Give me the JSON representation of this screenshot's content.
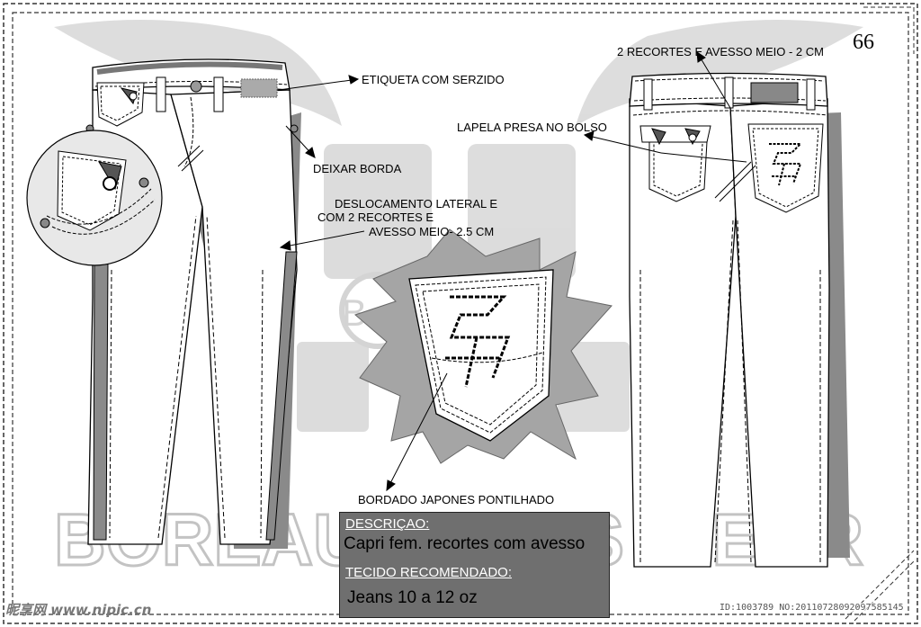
{
  "page_number": "66",
  "background_watermark": {
    "brand_text": "BOREAU JEANS WEAR",
    "monogram": "B"
  },
  "callouts": {
    "etiqueta": "ETIQUETA COM SERZIDO",
    "deixar_borda": "DEIXAR BORDA",
    "deslocamento_line1": "DESLOCAMENTO LATERAL E",
    "deslocamento_line2": "COM 2 RECORTES E",
    "deslocamento_line3": "AVESSO MEIO- 2.5 CM",
    "recortes_back": "2 RECORTES E AVESSO MEIO - 2 CM",
    "lapela": "LAPELA PRESA NO BOLSO",
    "bordado": "BORDADO JAPONES PONTILHADO"
  },
  "description_box": {
    "descricao_label": "DESCRIÇAO:",
    "descricao_value": "Capri fem. recortes com avesso",
    "tecido_label": "TECIDO RECOMENDADO:",
    "tecido_value": "Jeans 10 a 12 oz"
  },
  "site_watermark": {
    "left": "昵享网 www.nipic.cn",
    "right": "ID:1003789 NO:20110728092097585145"
  },
  "colors": {
    "shadow_gray": "#8a8a8a",
    "watermark_gray": "#d9d9d9",
    "box_fill": "#6f6f6f",
    "burst_gray": "#a5a5a5"
  }
}
